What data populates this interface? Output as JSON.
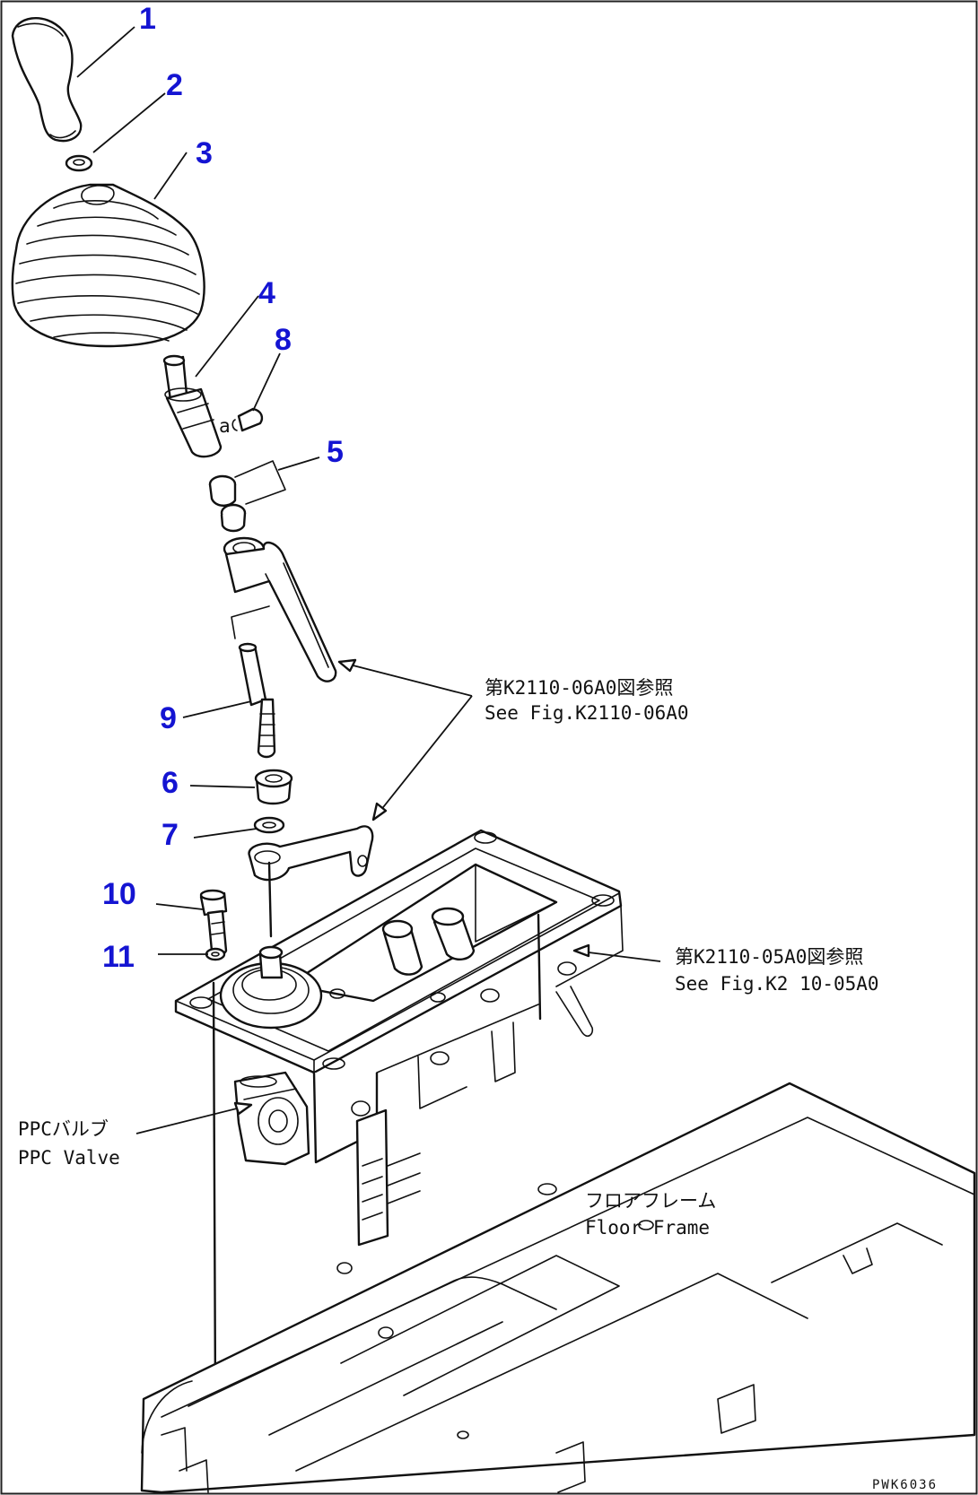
{
  "callouts": {
    "p1": "1",
    "p2": "2",
    "p3": "3",
    "p4": "4",
    "p5": "5",
    "p6": "6",
    "p7": "7",
    "p8": "8",
    "p9": "9",
    "p10": "10",
    "p11": "11"
  },
  "mark_a": "a",
  "notes": {
    "lever_ref_jp": "第K2110-06A0図参照",
    "lever_ref_en": "See Fig.K2110-06A0",
    "frame_ref_jp": "第K2110-05A0図参照",
    "frame_ref_en": "See Fig.K2 10-05A0",
    "ppc_jp": "PPCバルブ",
    "ppc_en": "PPC Valve",
    "floor_jp": "フロアフレーム",
    "floor_en": "Floor Frame"
  },
  "drawing_code": "PWK6036"
}
